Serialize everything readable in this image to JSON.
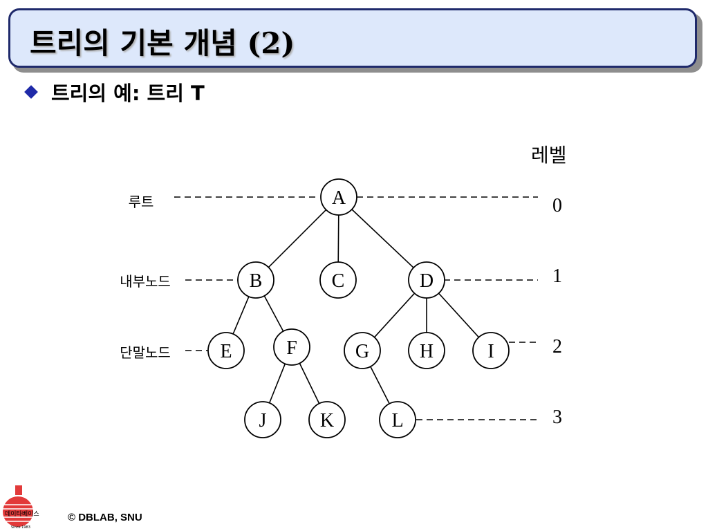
{
  "title": "트리의 기본 개념 (2)",
  "bullet": "트리의 예: 트리 T",
  "level_header": "레벨",
  "labels": {
    "root": "루트",
    "internal": "내부노드",
    "leaf": "단말노드"
  },
  "level_numbers": [
    "0",
    "1",
    "2",
    "3"
  ],
  "nodes": {
    "A": "A",
    "B": "B",
    "C": "C",
    "D": "D",
    "E": "E",
    "F": "F",
    "G": "G",
    "H": "H",
    "I": "I",
    "J": "J",
    "K": "K",
    "L": "L"
  },
  "edges": [
    [
      "A",
      "B"
    ],
    [
      "A",
      "C"
    ],
    [
      "A",
      "D"
    ],
    [
      "B",
      "E"
    ],
    [
      "B",
      "F"
    ],
    [
      "D",
      "G"
    ],
    [
      "D",
      "H"
    ],
    [
      "D",
      "I"
    ],
    [
      "F",
      "J"
    ],
    [
      "F",
      "K"
    ],
    [
      "G",
      "L"
    ]
  ],
  "footer": {
    "copyright": "© DBLAB, SNU",
    "logo_text": "데이타베이스",
    "logo_since": "Since 1983"
  },
  "colors": {
    "title_bg": "#dde8fb",
    "title_border": "#1f2a6b",
    "bullet": "#1f2aa8",
    "logo": "#e23a3a"
  }
}
